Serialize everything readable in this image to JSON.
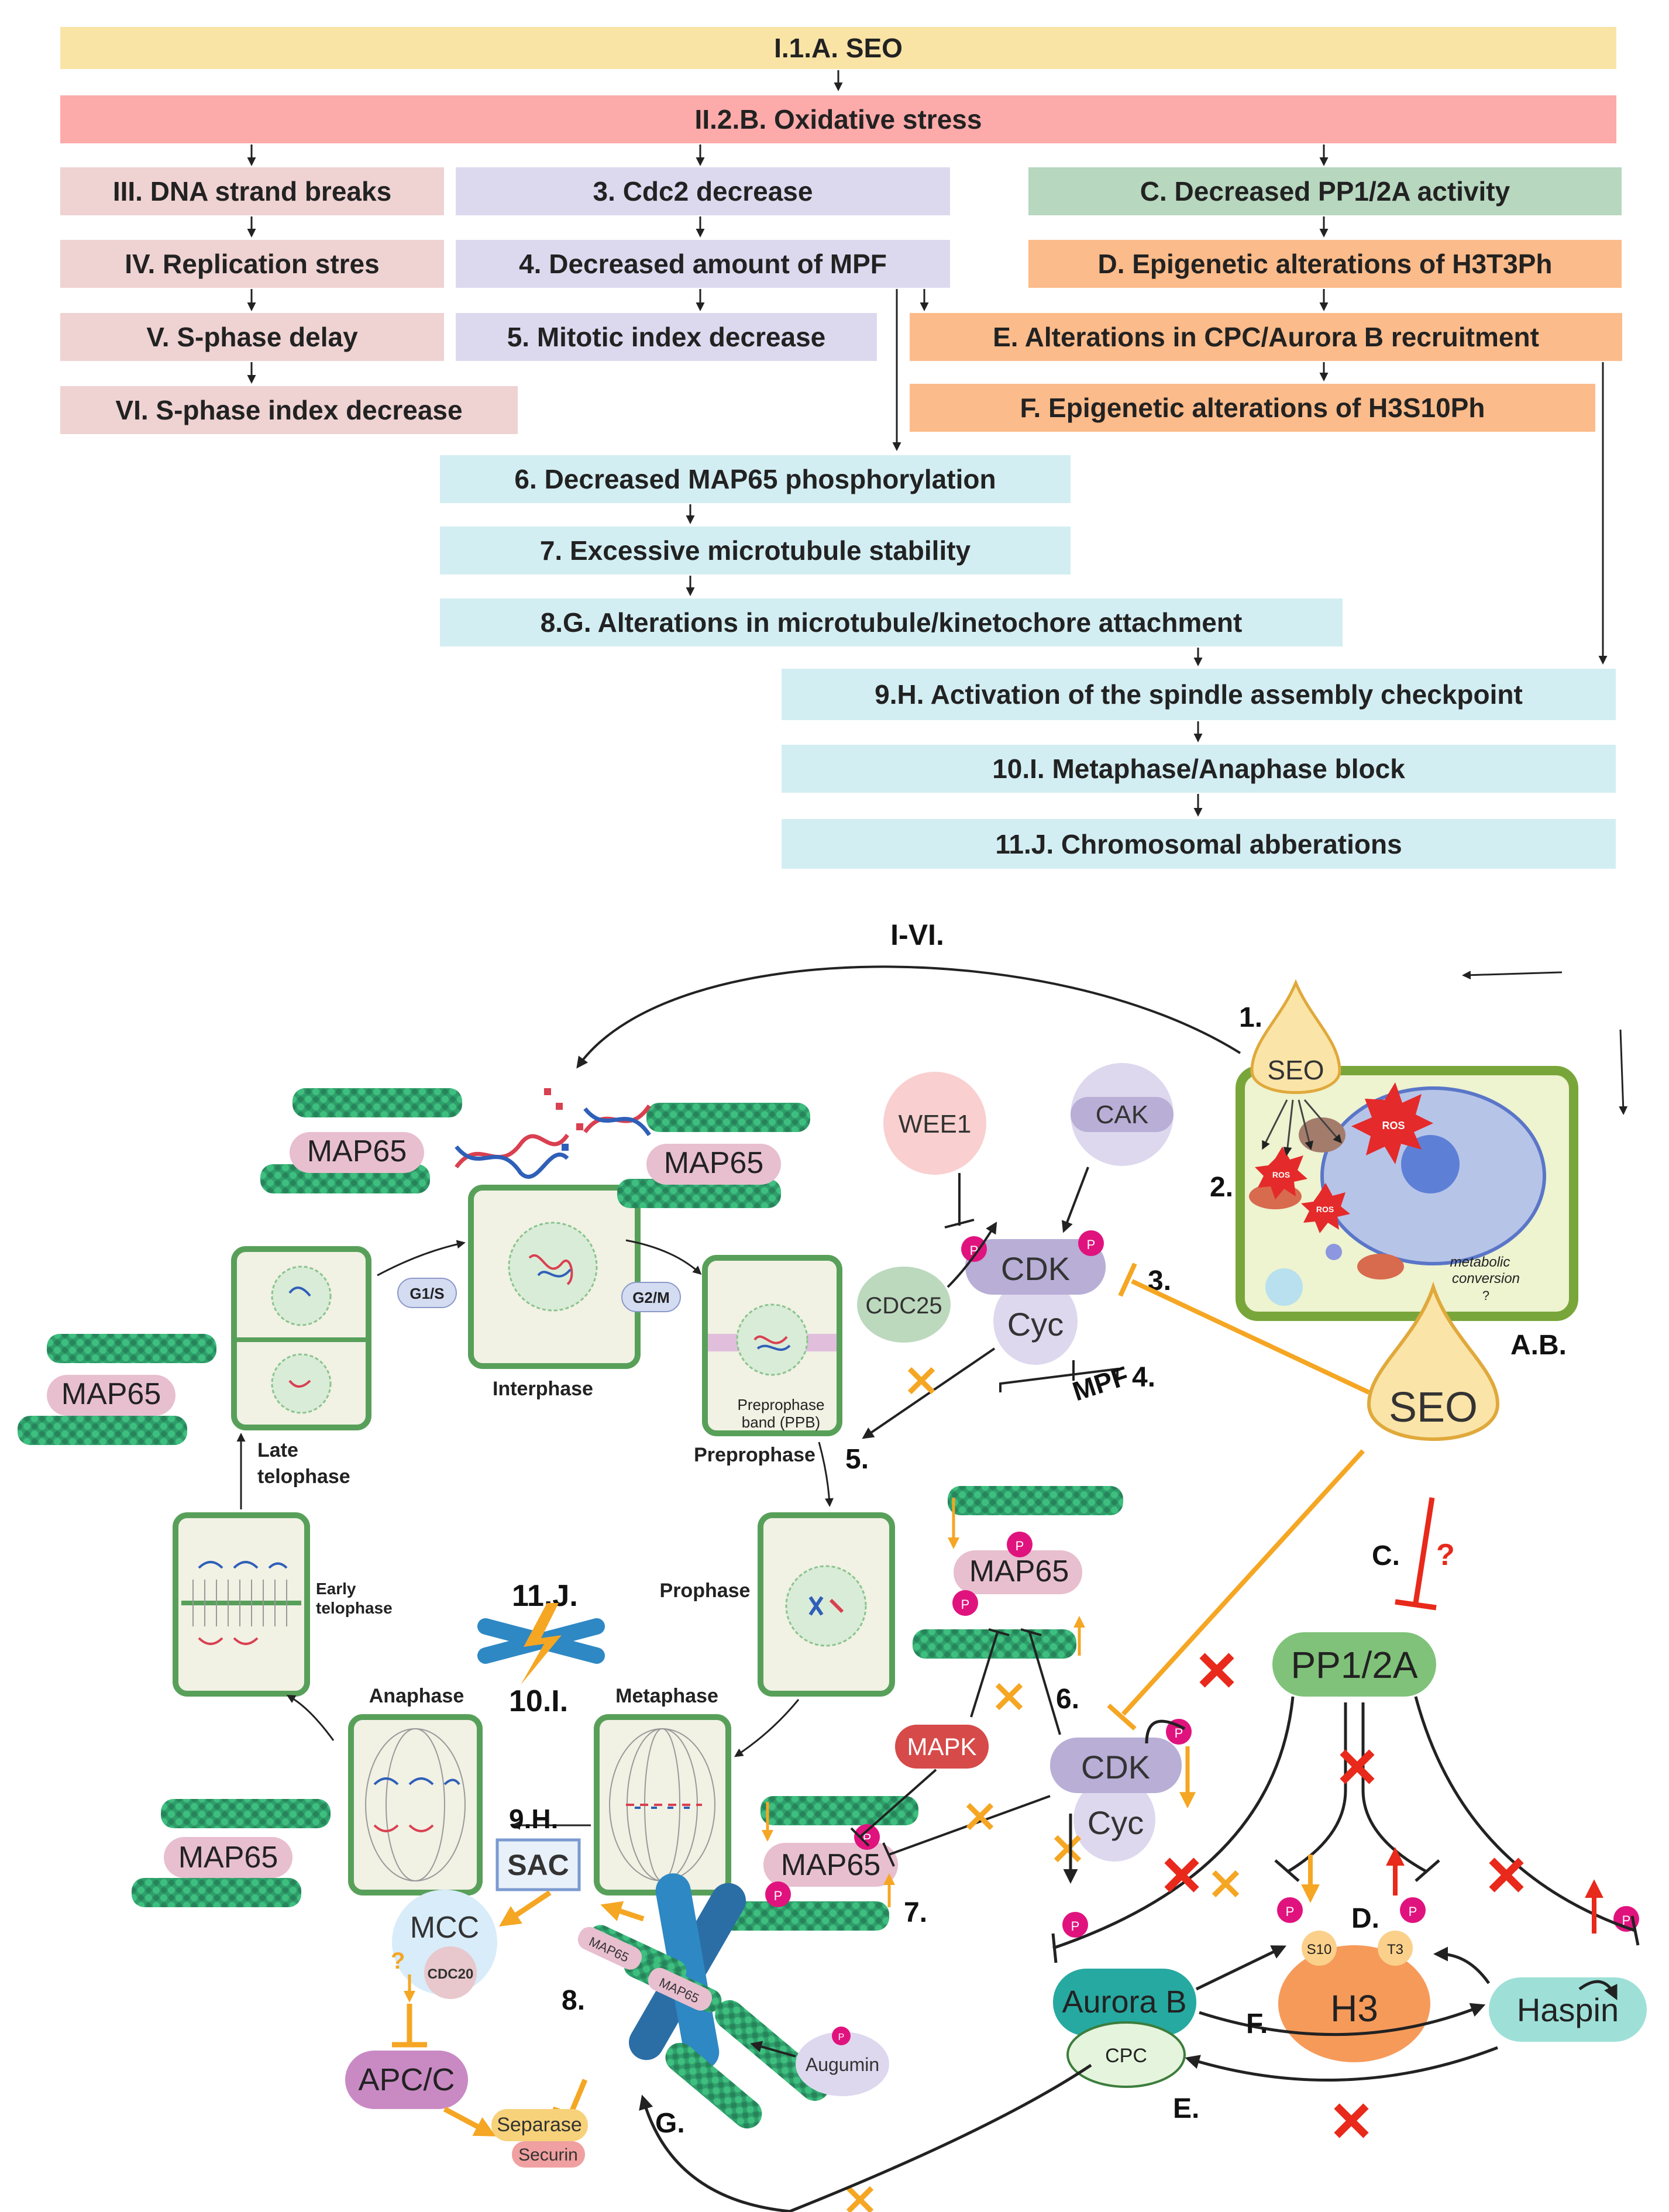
{
  "flowchart": {
    "seo": "I.1.A. SEO",
    "oxidative": "II.2.B. Oxidative stress",
    "dna_breaks": "III. DNA strand breaks",
    "replication": "IV. Replication stres",
    "s_delay": "V. S-phase delay",
    "s_index": "VI. S-phase index decrease",
    "cdc2": "3. Cdc2 decrease",
    "mpf": "4. Decreased  amount of MPF",
    "mitotic": "5. Mitotic index decrease",
    "pp1": "C. Decreased PP1/2A activity",
    "h3t3": "D. Epigenetic alterations of H3T3Ph",
    "cpc": "E. Alterations in CPC/Aurora B recruitment",
    "h3s10": "F. Epigenetic alterations of H3S10Ph",
    "map65phos": "6. Decreased MAP65 phosphorylation",
    "mt_stab": "7. Excessive microtubule stability",
    "mt_kin": "8.G. Alterations in microtubule/kinetochore attachment",
    "sac": "9.H. Activation of the spindle assembly checkpoint",
    "block": "10.I. Metaphase/Anaphase block",
    "aberr": "11.J. Chromosomal abberations"
  },
  "colors": {
    "seo": "#f9e4a6",
    "oxidative": "#fdaaaa",
    "pink": "#efd2d2",
    "lavender": "#dcd9ef",
    "green": "#b7d7bf",
    "orange": "#fcbb8a",
    "cyan": "#d3eef3",
    "cell_border": "#58a05a",
    "cell_fill": "#f1f1e4",
    "map65": "#e8bfcf",
    "phos": "#e0137e",
    "orange_arrow": "#f5a623",
    "red_arrow": "#e8291b"
  },
  "diagram": {
    "i_vi": "I-VI.",
    "step1": "1.",
    "step2": "2.",
    "step3": "3.",
    "step4": "4.",
    "step5": "5.",
    "step6": "6.",
    "step7": "7.",
    "step8": "8.",
    "step9": "9.H.",
    "step10": "10.I.",
    "step11": "11.J.",
    "stepAB": "A.B.",
    "stepC": "C.",
    "stepD": "D.",
    "stepE": "E.",
    "stepF": "F.",
    "stepG": "G.",
    "question": "?",
    "seo_small": "SEO",
    "seo_large": "SEO",
    "ros": "ROS",
    "metabolic": "metabolic",
    "conversion": "conversion",
    "map65": "MAP65",
    "wee1": "WEE1",
    "cak": "CAK",
    "cdk": "CDK",
    "cyc": "Cyc",
    "cdc25": "CDC25",
    "mpf": "MPF",
    "p": "P",
    "g1s": "G1/S",
    "g2m": "G2/M",
    "interphase": "Interphase",
    "preprophase": "Preprophase",
    "ppb_1": "Preprophase",
    "ppb_2": "band (PPB)",
    "prophase": "Prophase",
    "metaphase": "Metaphase",
    "anaphase": "Anaphase",
    "early_tel_1": "Early",
    "early_tel_2": "telophase",
    "late_tel_1": "Late",
    "late_tel_2": "telophase",
    "mapk": "MAPK",
    "sac": "SAC",
    "mcc": "MCC",
    "cdc20": "CDC20",
    "apcc": "APC/C",
    "separase": "Separase",
    "securin": "Securin",
    "augumin": "Augumin",
    "pp1": "PP1/2A",
    "aurora": "Aurora B",
    "cpc": "CPC",
    "h3": "H3",
    "s10": "S10",
    "t3": "T3",
    "haspin": "Haspin"
  }
}
